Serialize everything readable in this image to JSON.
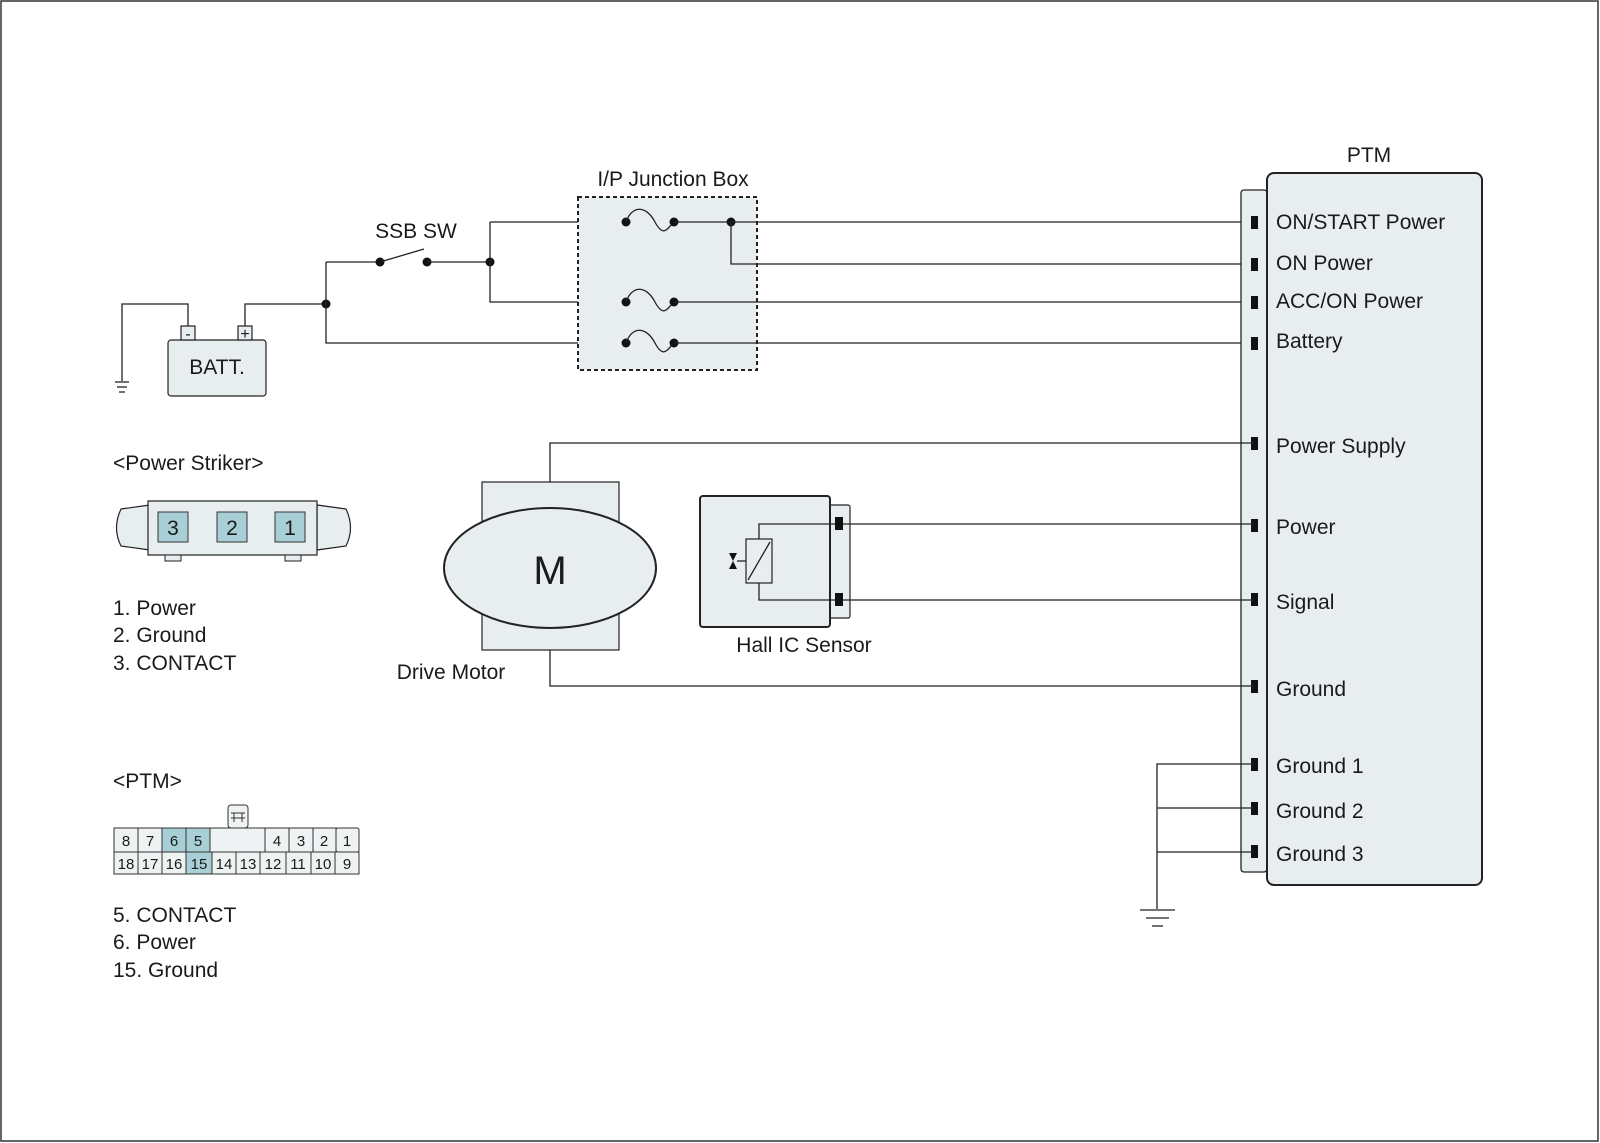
{
  "colors": {
    "component_fill": "#e8eef0",
    "highlight_fill": "#a8cfd6",
    "wire": "#222222"
  },
  "battery": {
    "label": "BATT.",
    "neg_symbol": "-",
    "pos_symbol": "+"
  },
  "ssb_switch": {
    "label": "SSB SW"
  },
  "junction_box": {
    "label": "I/P Junction Box"
  },
  "ptm": {
    "title": "PTM",
    "pins": [
      {
        "label": "ON/START Power"
      },
      {
        "label": "ON Power"
      },
      {
        "label": "ACC/ON Power"
      },
      {
        "label": "Battery"
      },
      {
        "label": "Power Supply"
      },
      {
        "label": "Power"
      },
      {
        "label": "Signal"
      },
      {
        "label": "Ground"
      },
      {
        "label": "Ground 1"
      },
      {
        "label": "Ground 2"
      },
      {
        "label": "Ground 3"
      }
    ]
  },
  "drive_motor": {
    "label": "Drive Motor",
    "symbol": "M"
  },
  "hall_sensor": {
    "label": "Hall IC Sensor"
  },
  "power_striker": {
    "heading": "<Power Striker>",
    "connector_pins": [
      "3",
      "2",
      "1"
    ],
    "legend": [
      "1. Power",
      "2. Ground",
      "3. CONTACT"
    ]
  },
  "ptm_connector": {
    "heading": "<PTM>",
    "top_row": [
      {
        "num": "8",
        "highlight": false
      },
      {
        "num": "7",
        "highlight": false
      },
      {
        "num": "6",
        "highlight": true
      },
      {
        "num": "5",
        "highlight": true
      },
      {
        "num": "4",
        "highlight": false
      },
      {
        "num": "3",
        "highlight": false
      },
      {
        "num": "2",
        "highlight": false
      },
      {
        "num": "1",
        "highlight": false
      }
    ],
    "bottom_row": [
      {
        "num": "18",
        "highlight": false
      },
      {
        "num": "17",
        "highlight": false
      },
      {
        "num": "16",
        "highlight": false
      },
      {
        "num": "15",
        "highlight": true
      },
      {
        "num": "14",
        "highlight": false
      },
      {
        "num": "13",
        "highlight": false
      },
      {
        "num": "12",
        "highlight": false
      },
      {
        "num": "11",
        "highlight": false
      },
      {
        "num": "10",
        "highlight": false
      },
      {
        "num": "9",
        "highlight": false
      }
    ],
    "legend": [
      "5. CONTACT",
      "6. Power",
      "15. Ground"
    ]
  }
}
